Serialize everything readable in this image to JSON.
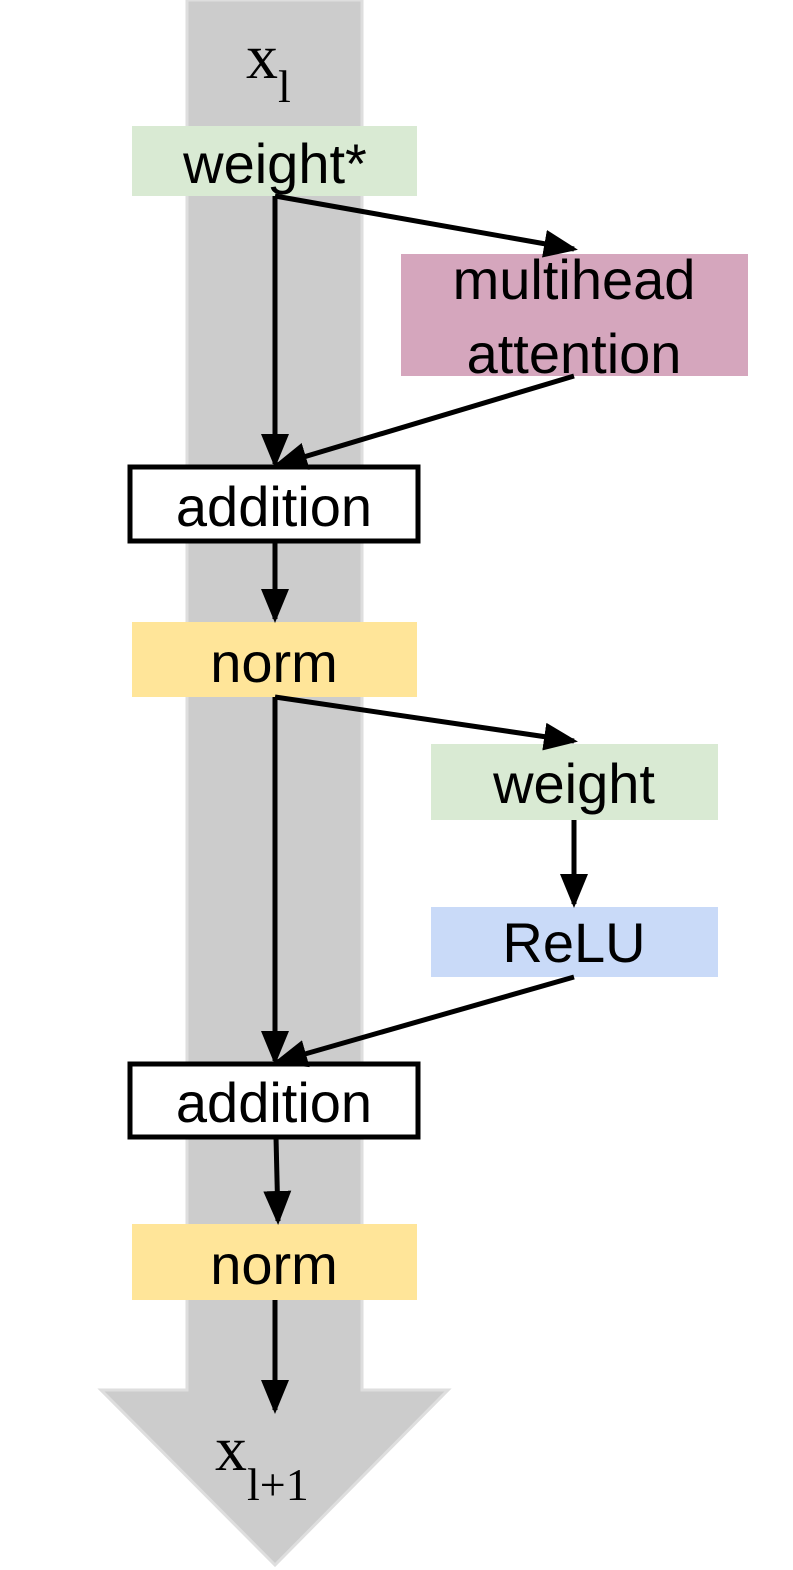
{
  "input_label": {
    "main": "x",
    "sub": "l"
  },
  "output_label": {
    "main": "x",
    "sub": "l+1"
  },
  "nodes": [
    {
      "id": "weight-star",
      "label": "weight*",
      "fill": "#d9ead3",
      "border": "none"
    },
    {
      "id": "multihead-attention",
      "lines": [
        "multihead",
        "attention"
      ],
      "fill": "#d5a6bd",
      "border": "none"
    },
    {
      "id": "addition-1",
      "label": "addition",
      "fill": "#ffffff",
      "border": "#000000"
    },
    {
      "id": "norm-1",
      "label": "norm",
      "fill": "#ffe599",
      "border": "none"
    },
    {
      "id": "weight",
      "label": "weight",
      "fill": "#d9ead3",
      "border": "none"
    },
    {
      "id": "relu",
      "label": "ReLU",
      "fill": "#c9daf8",
      "border": "none"
    },
    {
      "id": "addition-2",
      "label": "addition",
      "fill": "#ffffff",
      "border": "#000000"
    },
    {
      "id": "norm-2",
      "label": "norm",
      "fill": "#ffe599",
      "border": "none"
    }
  ],
  "edges": [
    {
      "from": "weight-star",
      "to": "multihead-attention"
    },
    {
      "from": "weight-star",
      "to": "addition-1"
    },
    {
      "from": "multihead-attention",
      "to": "addition-1"
    },
    {
      "from": "addition-1",
      "to": "norm-1"
    },
    {
      "from": "norm-1",
      "to": "weight"
    },
    {
      "from": "norm-1",
      "to": "addition-2"
    },
    {
      "from": "weight",
      "to": "relu"
    },
    {
      "from": "relu",
      "to": "addition-2"
    },
    {
      "from": "addition-2",
      "to": "norm-2"
    },
    {
      "from": "norm-2",
      "to": "output"
    }
  ],
  "colors": {
    "residual_stream": "#cccccc",
    "weight": "#d9ead3",
    "attention": "#d5a6bd",
    "norm": "#ffe599",
    "relu": "#c9daf8",
    "edge": "#000000"
  }
}
